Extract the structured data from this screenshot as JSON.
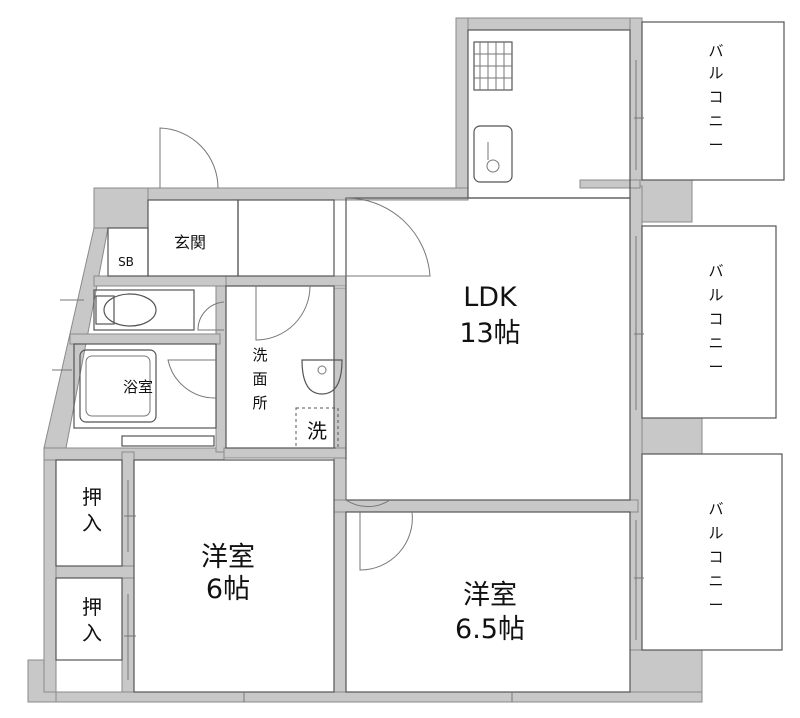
{
  "rooms": {
    "ldk_name": "LDK",
    "ldk_size": "13帖",
    "western_a_name": "洋室",
    "western_a_size": "6帖",
    "western_b_name": "洋室",
    "western_b_size": "6.5帖",
    "entrance": "玄関",
    "shoe_box": "SB",
    "bath": "浴室",
    "washroom_1": "洗",
    "washroom_2": "面",
    "washroom_3": "所",
    "washer": "洗",
    "closet_1_a": "押",
    "closet_1_b": "入",
    "closet_2_a": "押",
    "closet_2_b": "入"
  },
  "balconies": {
    "top": [
      "バ",
      "ル",
      "コ",
      "ニ",
      "ー"
    ],
    "middle": [
      "バ",
      "ル",
      "コ",
      "ニ",
      "ー"
    ],
    "bottom": [
      "バ",
      "ル",
      "コ",
      "ニ",
      "ー"
    ]
  },
  "colors": {
    "wall": "#c8c8c8",
    "line": "#555555",
    "background": "#ffffff"
  }
}
